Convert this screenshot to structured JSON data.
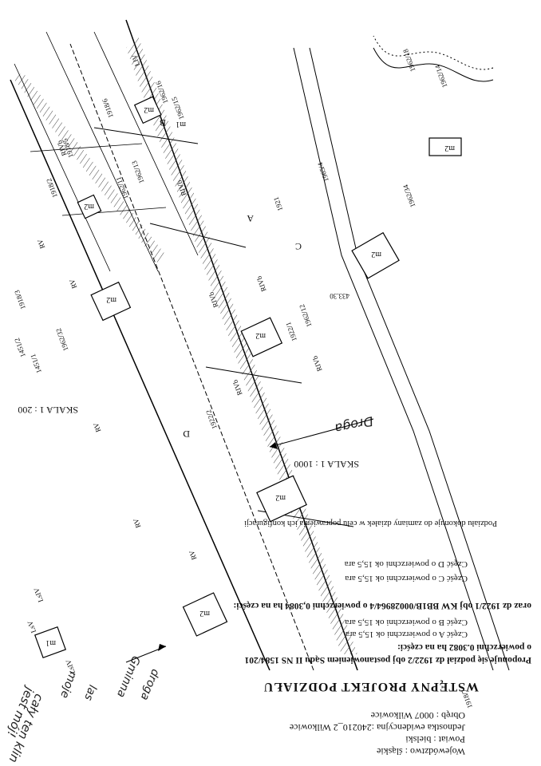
{
  "header": {
    "voivodeship": "Województwo : śląskie",
    "county": "Powiat : bielski",
    "unit": "Jednostka ewidencyjna :240210_2 Wilkowice",
    "precinct": "Obręb : 0007 Wilkowice",
    "title": "WSTĘPNY   PROJEKT   PODZIAŁU"
  },
  "proposal": {
    "line1": "Proponuje się podział dz 1922/2 obj postanowieniem Sądu  II NS 1584/201",
    "line2": "o powierzchni 0.3082 ha na części:",
    "part_a": "Część       A         o powierzchni  ok    15,5  ara",
    "part_b": "Część       B         o powierzchni  ok    15,5  ara",
    "line3": "oraz dz 1922/1 obj KW BB1B/00028964/4 o powierzchni 0,3084 ha na części:",
    "part_c": "Część       C         o powierzchni  ok    15,5  ara",
    "part_d": "Część       D         o powierzchni  ok    15,5  ara",
    "note": "Podziału dokonuje do zamiany działek w celu poprawienia ich konfiguracji"
  },
  "scales": {
    "main": "SKALA 1 : 1000",
    "side": "SKALA 1 : 200"
  },
  "handwriting": {
    "h1": "cały ten klin",
    "h2": "jest mój!",
    "h3": "las",
    "h4": "moje",
    "h5": "droga",
    "h6": "Gminna",
    "h7": "Droga"
  },
  "map_labels": {
    "parcels": [
      "1922/2",
      "1922/1",
      "1918/5",
      "1918/6",
      "1918/2",
      "1918/3",
      "1962/32",
      "1962/11",
      "1962/15",
      "1962/16",
      "1962/14",
      "1962/13",
      "1962/34",
      "1921",
      "1918/7",
      "1451/2",
      "1451/1",
      "1962/18",
      "1962/12",
      "1965/4"
    ],
    "zones": [
      "RIVb",
      "RIVb",
      "RIVb",
      "RIVb",
      "RIVb",
      "RV",
      "RV",
      "RV",
      "RV",
      "LsIV",
      "LsIV",
      "LsV",
      "ŁIV",
      "RIVb",
      "RV"
    ],
    "buildings": [
      "m2",
      "m2",
      "m2",
      "m2",
      "m2",
      "m2",
      "m2",
      "m2",
      "m1",
      "m1"
    ],
    "parts": [
      "A",
      "B",
      "C",
      "D"
    ],
    "height": "433.30"
  }
}
